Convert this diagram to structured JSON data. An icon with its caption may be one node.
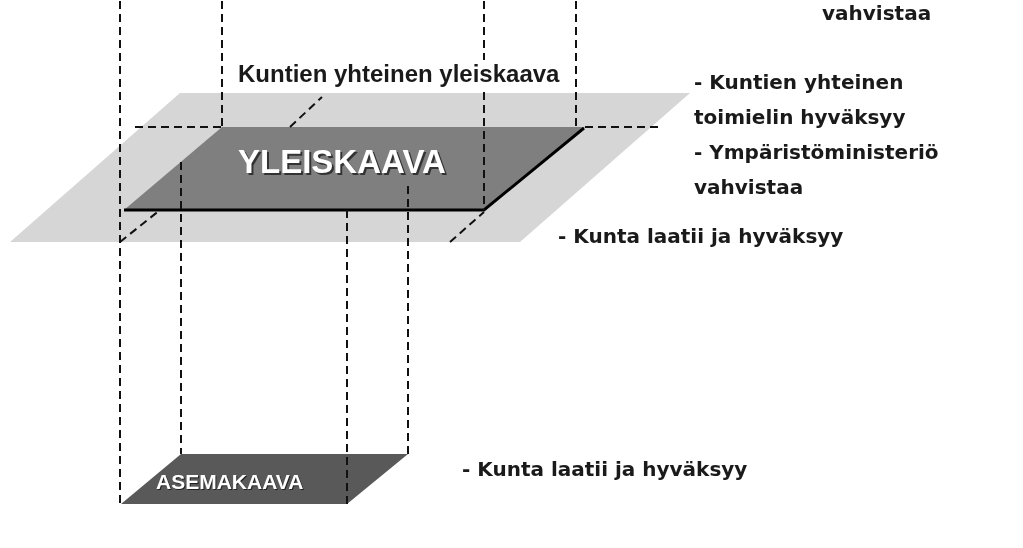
{
  "diagram": {
    "nodes": [
      {
        "text": [
          "Kuntien yhteinen yleiskaava"
        ],
        "beside": [
          "- Kuntien yhteinen toimielin hyväksyy",
          "- Ympäristöministeriö vahvistaa"
        ]
      },
      {
        "text": [
          "YLEISKAAVA"
        ],
        "in": 0,
        "beside": [
          "- Kunta laatii ja hyväksyy"
        ]
      },
      {
        "text": [
          "ASEMAKAAVA"
        ],
        "beside": [
          "- Kunta laatii ja hyväksyy"
        ]
      }
    ],
    "labels": [
      "vahvistaa"
    ]
  }
}
